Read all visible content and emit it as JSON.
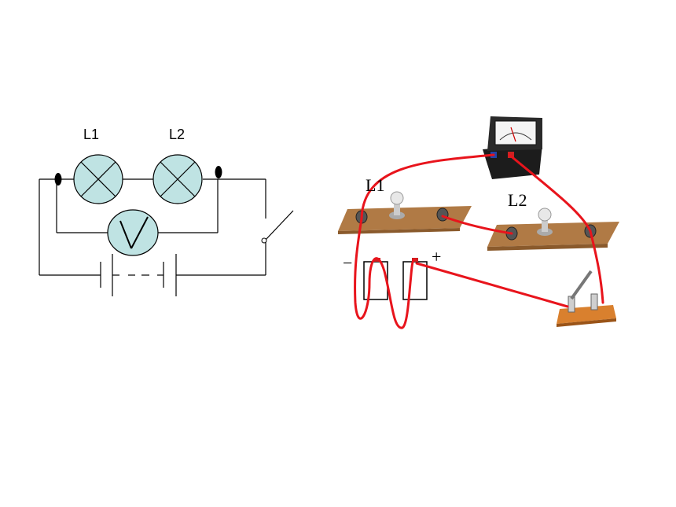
{
  "schematic": {
    "lamp1_label": "L1",
    "lamp2_label": "L2"
  },
  "photo": {
    "lamp1_label": "L1",
    "lamp2_label": "L2",
    "battery_minus": "−",
    "battery_plus": "+"
  },
  "colors": {
    "lamp_fill": "#bfe3e3",
    "board": "#b07a45",
    "wire": "#e8141c",
    "switch_base": "#d9802e"
  }
}
